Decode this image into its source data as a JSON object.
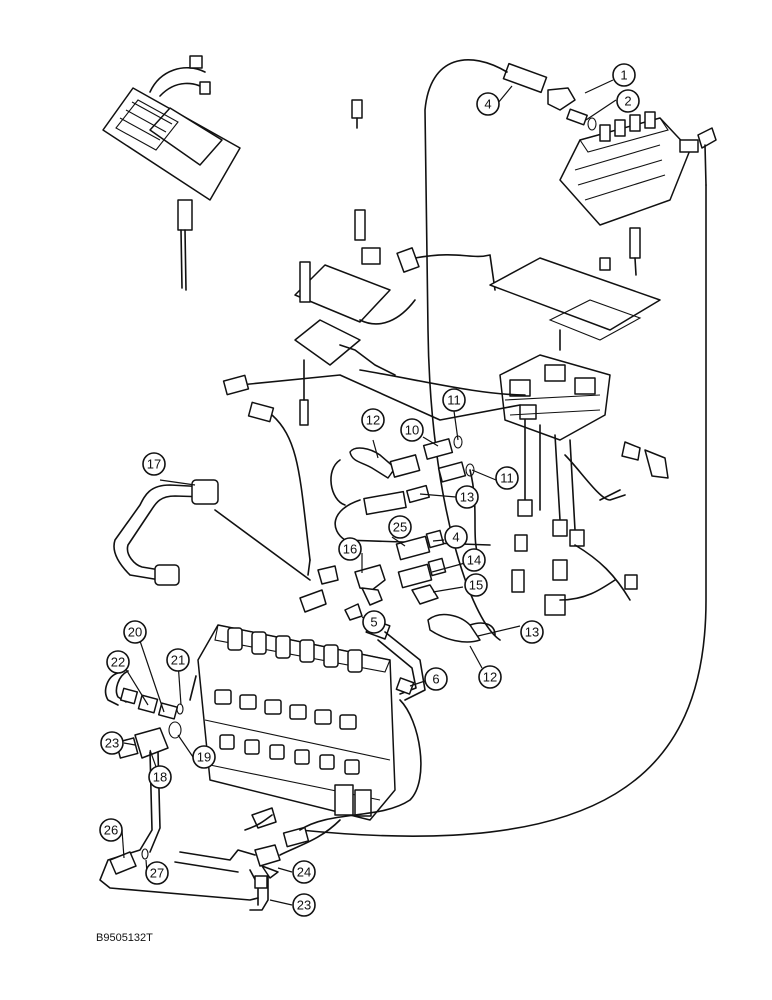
{
  "drawing_id": "B9505132T",
  "callouts": [
    {
      "label": "1"
    },
    {
      "label": "2"
    },
    {
      "label": "4"
    },
    {
      "label": "11"
    },
    {
      "label": "12"
    },
    {
      "label": "10"
    },
    {
      "label": "11"
    },
    {
      "label": "17"
    },
    {
      "label": "13"
    },
    {
      "label": "25"
    },
    {
      "label": "4"
    },
    {
      "label": "16"
    },
    {
      "label": "14"
    },
    {
      "label": "15"
    },
    {
      "label": "5"
    },
    {
      "label": "13"
    },
    {
      "label": "12"
    },
    {
      "label": "6"
    },
    {
      "label": "20"
    },
    {
      "label": "22"
    },
    {
      "label": "21"
    },
    {
      "label": "23"
    },
    {
      "label": "19"
    },
    {
      "label": "18"
    },
    {
      "label": "26"
    },
    {
      "label": "27"
    },
    {
      "label": "24"
    },
    {
      "label": "23"
    }
  ]
}
